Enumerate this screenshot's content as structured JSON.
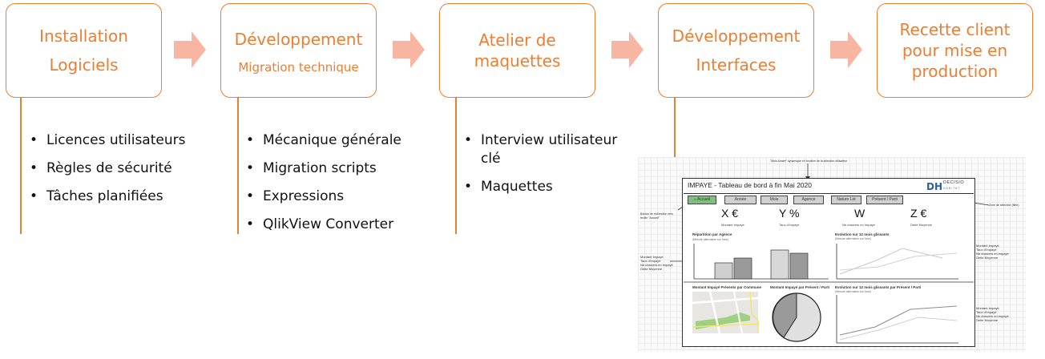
{
  "colors": {
    "accent": "#ED7D31",
    "arrow": "#F8B5A2"
  },
  "steps": [
    {
      "title_lines": [
        "Installation",
        "Logiciels"
      ],
      "subtitle": ""
    },
    {
      "title_lines": [
        "Développement"
      ],
      "subtitle": "Migration technique"
    },
    {
      "title_lines": [
        "Atelier de",
        "maquettes"
      ],
      "subtitle": ""
    },
    {
      "title_lines": [
        "Développement",
        "Interfaces"
      ],
      "subtitle": ""
    },
    {
      "title_lines": [
        "Recette client",
        "pour mise en",
        "production"
      ],
      "subtitle": ""
    }
  ],
  "bullets": [
    [
      "Licences utilisateurs",
      "Règles de sécurité",
      "Tâches planifiées"
    ],
    [
      "Mécanique générale",
      "Migration scripts",
      "Expressions",
      "QlikView Converter"
    ],
    [
      "Interview utilisateur clé",
      "Maquettes"
    ]
  ],
  "mockup": {
    "top_note": "\"Mois Année\" dynamique en fonction de la sélection utilisateur",
    "title": "IMPAYE - Tableau de bord à fin Mai 2020",
    "logo_initials": "DH",
    "logo_name": "DECISIO",
    "logo_sub": "HABITAT",
    "tabs": [
      "Accueil",
      "Année",
      "Mois",
      "Agence",
      "Nature Lot",
      "Présent / Parti"
    ],
    "left_note_1": [
      "Bouton de redirection vers",
      "feuille \"Accueil\""
    ],
    "right_note_1": "Zone de sélection (filtre)",
    "kpis": [
      {
        "value": "X €",
        "label": "Montant Impayé"
      },
      {
        "value": "Y %",
        "label": "Taux d'impayé"
      },
      {
        "value": "W",
        "label": "Nb dossiers en Impayé"
      },
      {
        "value": "Z €",
        "label": "Dette Moyenne"
      }
    ],
    "panel_titles": [
      "Répartition par Agence",
      "Evolution sur 12 mois glissants",
      "Montant Impayé Présents par Commune",
      "Montant Impayé par Présent / Parti",
      "Evolution sur 12 mois glissants par Présent / Parti"
    ],
    "panel_subs": [
      "(Mesure alternative sur l'axe)",
      "(Mesure alternative sur l'axe)",
      "(Mesure alternative sur l'axe)"
    ],
    "measure_lines": [
      "Montant Impayé",
      "Taux d'impayé",
      "Nb dossiers en impayé",
      "Dette Moyenne"
    ]
  }
}
